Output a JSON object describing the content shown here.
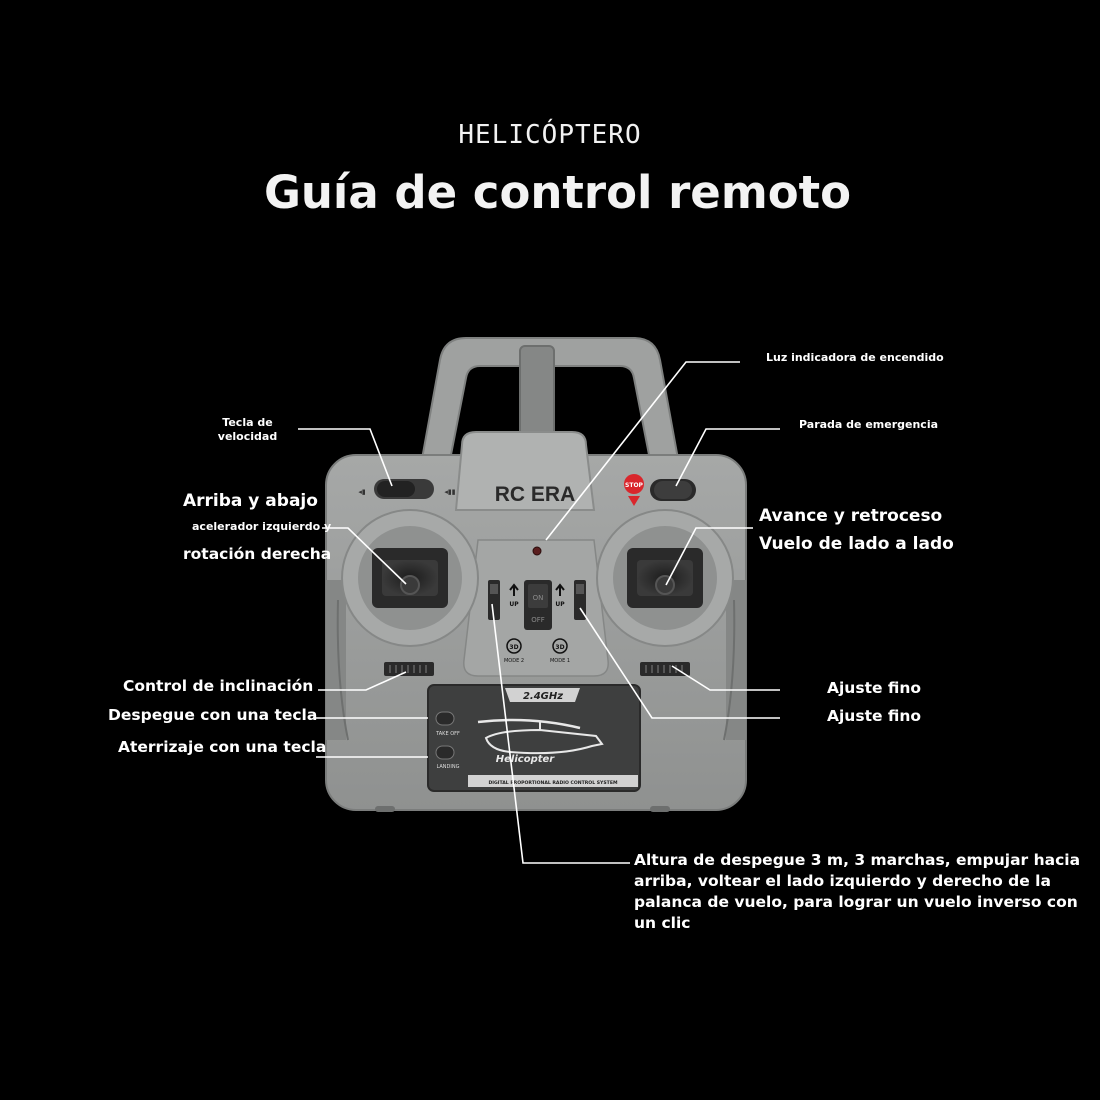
{
  "header": {
    "subtitle": "HELICÓPTERO",
    "title": "Guía de control remoto"
  },
  "remote": {
    "brand": "RC ERA",
    "frequency": "2.4GHz",
    "model_text": "Helicopter",
    "system_text": "DIGITAL PROPORTIONAL RADIO CONTROL SYSTEM",
    "stop_text": "STOP",
    "take_off_text": "TAKE OFF",
    "landing_text": "LANDING",
    "up_left": "UP",
    "up_right": "UP",
    "switch_on": "ON",
    "switch_off": "OFF",
    "mode2": "MODE 2",
    "mode1": "MODE 1",
    "badge_3d": "3D",
    "body_color": "#9a9c9b",
    "stop_color": "#d9262c"
  },
  "labels": {
    "speed_key_1": "Tecla de",
    "speed_key_2": "velocidad",
    "power_light": "Luz indicadora de encendido",
    "emergency_stop": "Parada de emergencia",
    "up_down": "Arriba y abajo",
    "left_throttle": "acelerador izquierdo y",
    "right_rotation": "rotación derecha",
    "forward_back": "Avance y retroceso",
    "side_flight": "Vuelo de lado a lado",
    "tilt_control": "Control de inclinación",
    "one_key_takeoff": "Despegue con una tecla",
    "one_key_landing": "Aterrizaje con una tecla",
    "fine_tune_1": "Ajuste fino",
    "fine_tune_2": "Ajuste fino",
    "flip_note": "Altura de despegue 3 m, 3 marchas, empujar hacia arriba, voltear el lado izquierdo y derecho de la palanca de vuelo, para lograr un vuelo inverso con un clic"
  }
}
